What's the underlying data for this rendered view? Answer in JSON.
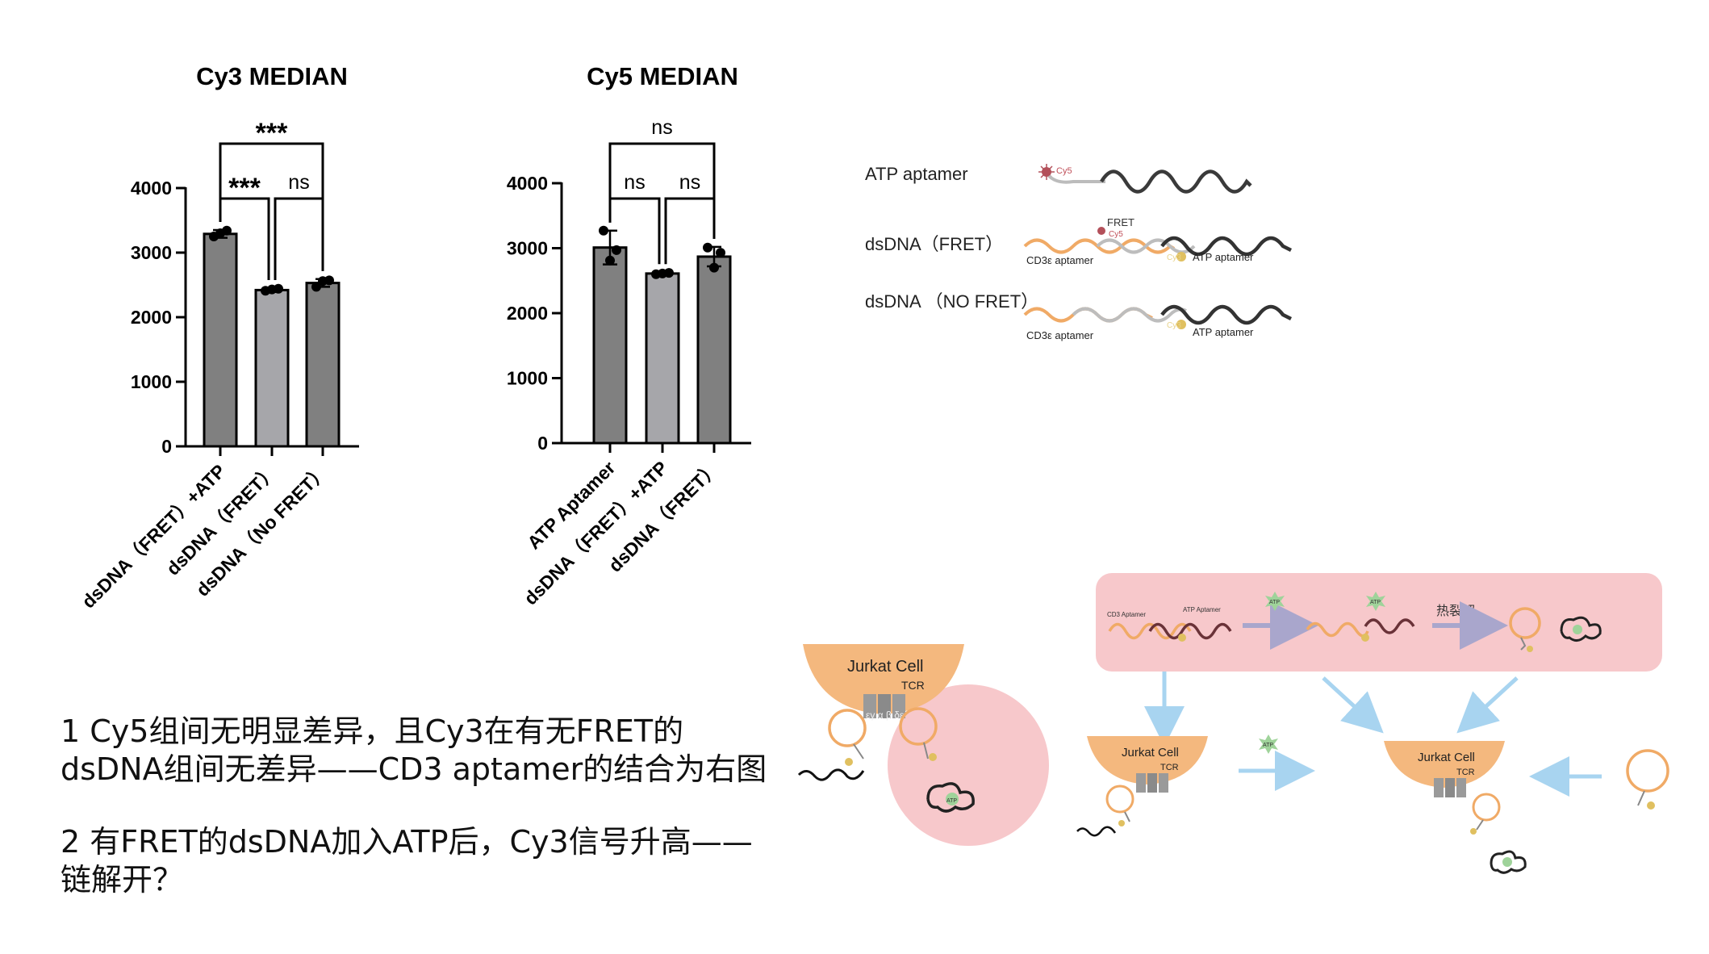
{
  "chart_data": [
    {
      "type": "bar",
      "title": "Cy3 MEDIAN",
      "categories": [
        "dsDNA（FRET）+ATP",
        "dsDNA（FRET）",
        "dsDNA（No FRET）"
      ],
      "values": [
        3290,
        2420,
        2530
      ],
      "error_bars": [
        60,
        30,
        60
      ],
      "points": [
        [
          3250,
          3300,
          3340
        ],
        [
          2410,
          2430,
          2440
        ],
        [
          2470,
          2560,
          2570
        ]
      ],
      "ylim": [
        0,
        4000
      ],
      "yticks": [
        "0",
        "1000",
        "2000",
        "3000",
        "4000"
      ],
      "significance": [
        {
          "label": "***",
          "from": 0,
          "to": 2,
          "level": 2
        },
        {
          "label": "***",
          "from": 0,
          "to": 1,
          "level": 1
        },
        {
          "label": "ns",
          "from": 1,
          "to": 2,
          "level": 1
        }
      ],
      "colors": [
        "#808080",
        "#a6a6aa",
        "#808080"
      ]
    },
    {
      "type": "bar",
      "title": "Cy5 MEDIAN",
      "categories": [
        "ATP Aptamer",
        "dsDNA（FRET）+ATP",
        "dsDNA（FRET）"
      ],
      "values": [
        3010,
        2610,
        2870
      ],
      "error_bars": [
        260,
        20,
        150
      ],
      "points": [
        [
          3270,
          2810,
          2970
        ],
        [
          2600,
          2610,
          2620
        ],
        [
          3010,
          2700,
          2930
        ]
      ],
      "ylim": [
        0,
        4000
      ],
      "yticks": [
        "0",
        "1000",
        "2000",
        "3000",
        "4000"
      ],
      "significance": [
        {
          "label": "ns",
          "from": 0,
          "to": 2,
          "level": 2
        },
        {
          "label": "ns",
          "from": 0,
          "to": 1,
          "level": 1
        },
        {
          "label": "ns",
          "from": 1,
          "to": 2,
          "level": 1
        }
      ],
      "colors": [
        "#808080",
        "#a6a6aa",
        "#808080"
      ]
    }
  ],
  "legend_panel": {
    "row1_label": "ATP aptamer",
    "row1_dye": "Cy5",
    "row2_label": "dsDNA（FRET）",
    "row2_fret": "FRET",
    "row2_dye": "Cy5",
    "row2_left": "CD3ε aptamer",
    "row2_right": "ATP aptamer",
    "row2_cy3": "Cy3",
    "row3_label": "dsDNA （NO FRET）",
    "row3_left": "CD3ε aptamer",
    "row3_right": "ATP aptamer",
    "row3_cy3": "Cy3"
  },
  "schematic": {
    "jurkat_cell": "Jurkat Cell",
    "tcr": "TCR",
    "atp": "ATP",
    "cd3_aptamer": "CD3 Aptamer",
    "atp_aptamer": "ATP Aptamer",
    "heat_dissociation": "热裂解"
  },
  "notes": {
    "n1_line1": "1 Cy5组间无明显差异，且Cy3在有无FRET的",
    "n1_line2": "dsDNA组间无差异——CD3 aptamer的结合为右图",
    "n2_line1": "2 有FRET的dsDNA加入ATP后，Cy3信号升高——",
    "n2_line2": "链解开？"
  }
}
